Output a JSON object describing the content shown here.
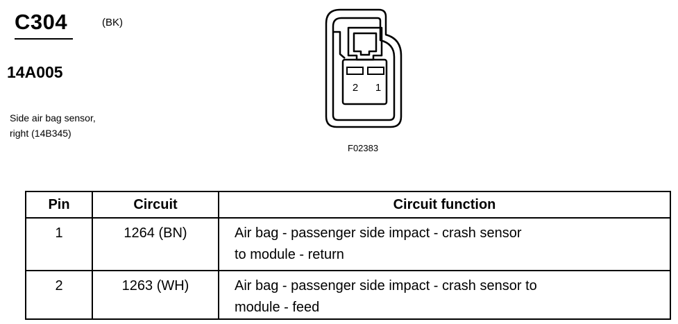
{
  "connector": {
    "id": "C304",
    "color_code": "(BK)",
    "part_number": "14A005",
    "description_lines": [
      "Side air bag sensor,",
      "right (14B345)"
    ],
    "figure_code": "F02383",
    "pin_labels": [
      "2",
      "1"
    ]
  },
  "table": {
    "headers": {
      "pin": "Pin",
      "circuit": "Circuit",
      "function": "Circuit function"
    },
    "rows": [
      {
        "pin": "1",
        "circuit": "1264 (BN)",
        "function_lines": [
          "Air bag - passenger side impact - crash sensor",
          "to module - return"
        ]
      },
      {
        "pin": "2",
        "circuit": "1263 (WH)",
        "function_lines": [
          "Air bag - passenger side impact - crash sensor to",
          "module - feed"
        ]
      }
    ]
  }
}
